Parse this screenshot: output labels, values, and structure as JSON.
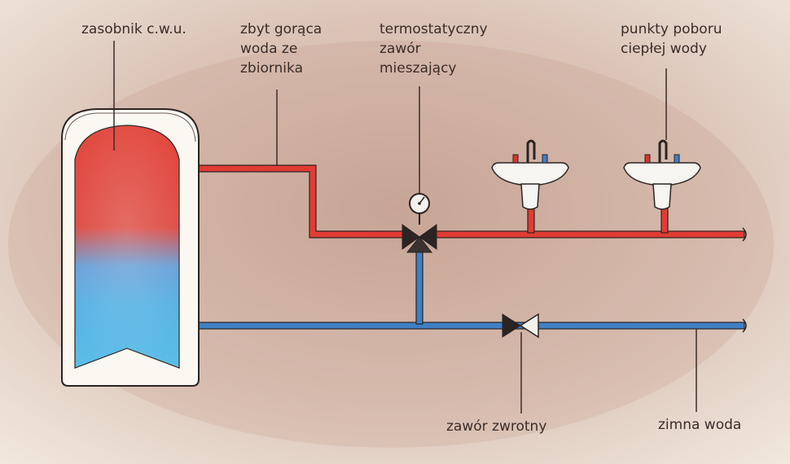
{
  "labels": {
    "storage_tank": "zasobnik c.w.u.",
    "hot_water": [
      "zbyt gorąca",
      "woda ze",
      "zbiornika"
    ],
    "mixing_valve": [
      "termostatyczny",
      "zawór",
      "mieszający"
    ],
    "draw_points": [
      "punkty poboru",
      "ciepłej wody"
    ],
    "check_valve": "zawór zwrotny",
    "cold_water": "zimna woda"
  },
  "colors": {
    "background": "#ede2d6",
    "hot_pipe": "#e23b34",
    "cold_pipe": "#3f7fc4",
    "outline": "#2b2422",
    "tank_shell": "#fbf8f2",
    "tank_hot": "#e0453a",
    "tank_cold": "#5ab2e2",
    "label_text": "#3a2c28"
  }
}
